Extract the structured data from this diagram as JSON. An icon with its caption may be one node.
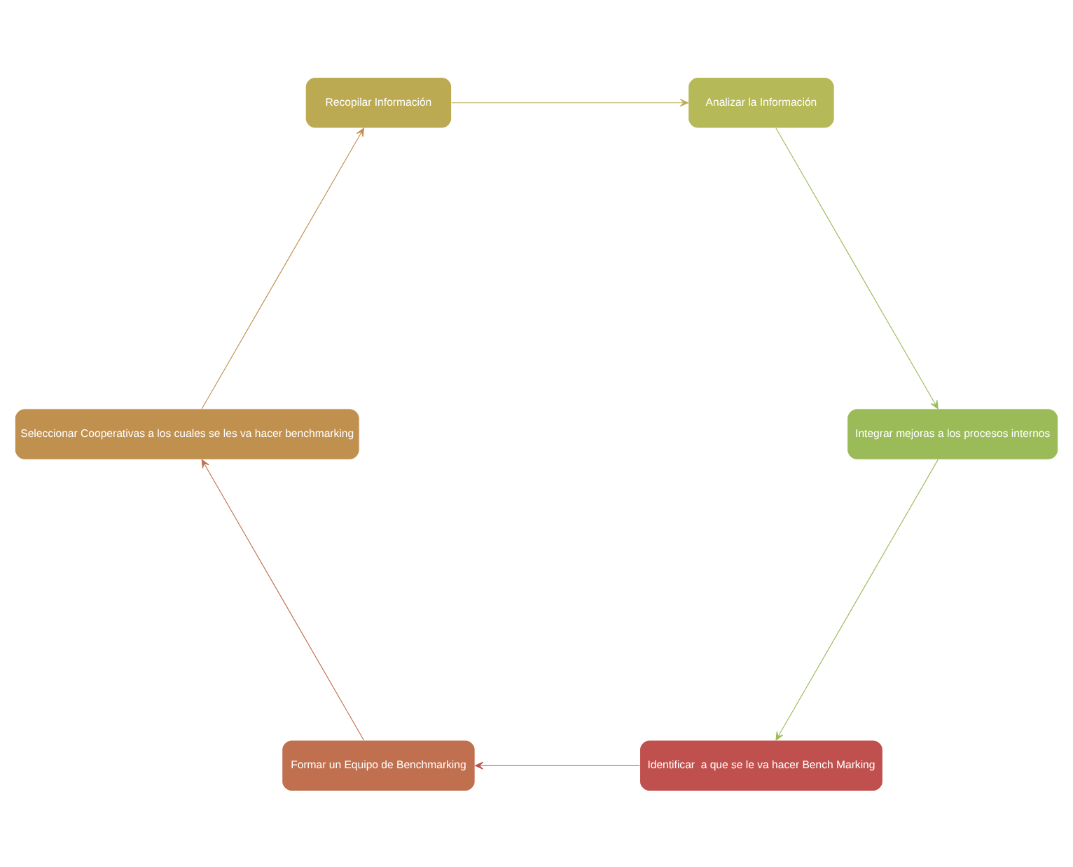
{
  "diagram": {
    "nodes": [
      {
        "text": [
          "Identificar  a que se le va hacer Bench Marking"
        ]
      },
      {
        "text": [
          "Formar un Equipo de Benchmarking"
        ]
      },
      {
        "text": [
          "Seleccionar Cooperativas a los cuales se les va hacer benchmarking"
        ]
      },
      {
        "text": [
          "Recopilar Información"
        ]
      },
      {
        "text": [
          "Analizar la Información"
        ]
      },
      {
        "text": [
          "Integrar mejoras a los procesos internos"
        ]
      }
    ],
    "edges": [
      {
        "from": 0,
        "to": 1,
        "arrow": "to",
        "color": "#c0504d"
      },
      {
        "from": 1,
        "to": 2,
        "arrow": "to",
        "color": "#c0714f"
      },
      {
        "from": 2,
        "to": 3,
        "arrow": "to",
        "color": "#c0904f"
      },
      {
        "from": 3,
        "to": 4,
        "arrow": "to",
        "color": "#bcaa52"
      },
      {
        "from": 4,
        "to": 5,
        "arrow": "to",
        "color": "#9bbb59"
      },
      {
        "from": 5,
        "to": 0,
        "arrow": "to",
        "color": "#9bbb59"
      }
    ]
  }
}
